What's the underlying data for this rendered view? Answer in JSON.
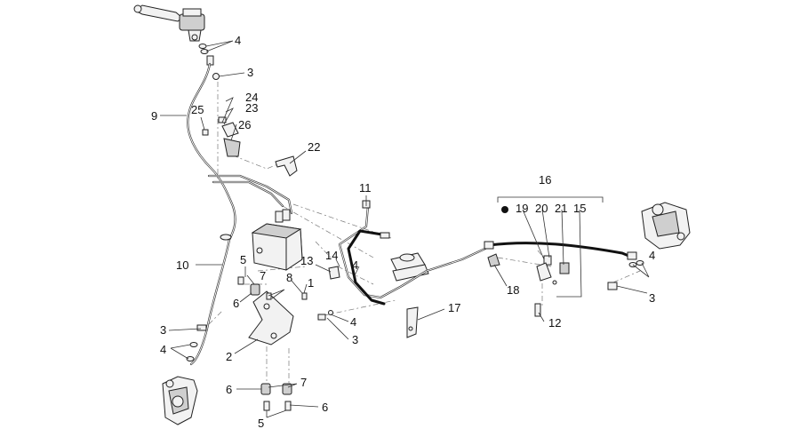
{
  "callouts": {
    "c1": "1",
    "c2": "2",
    "c3a": "3",
    "c3b": "3",
    "c3c": "3",
    "c3d": "3",
    "c4a": "4",
    "c4b": "4",
    "c4c": "4",
    "c4d": "4",
    "c5a": "5",
    "c5b": "5",
    "c6a": "6",
    "c6b": "6",
    "c6c": "6",
    "c7a": "7",
    "c7b": "7",
    "c8": "8",
    "c9": "9",
    "c10": "10",
    "c11": "11",
    "c12": "12",
    "c13": "13",
    "c14": "14",
    "c15": "15",
    "c16": "16",
    "c17": "17",
    "c18": "18",
    "c19": "19",
    "c20": "20",
    "c21": "21",
    "c22": "22",
    "c23": "23",
    "c24": "24",
    "c25": "25",
    "c26": "26"
  }
}
